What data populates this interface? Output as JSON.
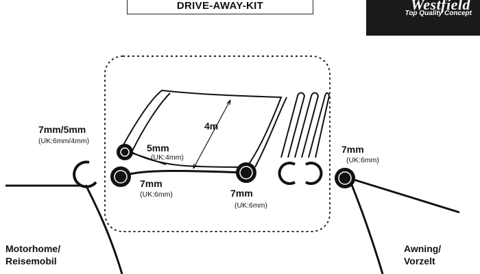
{
  "header": {
    "title": "DRIVE-AWAY-KIT"
  },
  "brand": {
    "name": "Westfield",
    "slogan": "Top Quality Concept"
  },
  "labels": {
    "motorhome_connector": "7mm/5mm",
    "motorhome_connector_uk": "(UK:6mm/4mm)",
    "length": "4m",
    "strip_small": "5mm",
    "strip_small_uk": "(UK:4mm)",
    "strip_left": "7mm",
    "strip_left_uk": "(UK:6mm)",
    "strip_right": "7mm",
    "strip_right_uk": "(UK:6mm)",
    "awning_connector": "7mm",
    "awning_connector_uk": "(UK:6mm)",
    "motorhome_line1": "Motorhome/",
    "motorhome_line2": "Reisemobil",
    "awning_line1": "Awning/",
    "awning_line2": "Vorzelt"
  }
}
